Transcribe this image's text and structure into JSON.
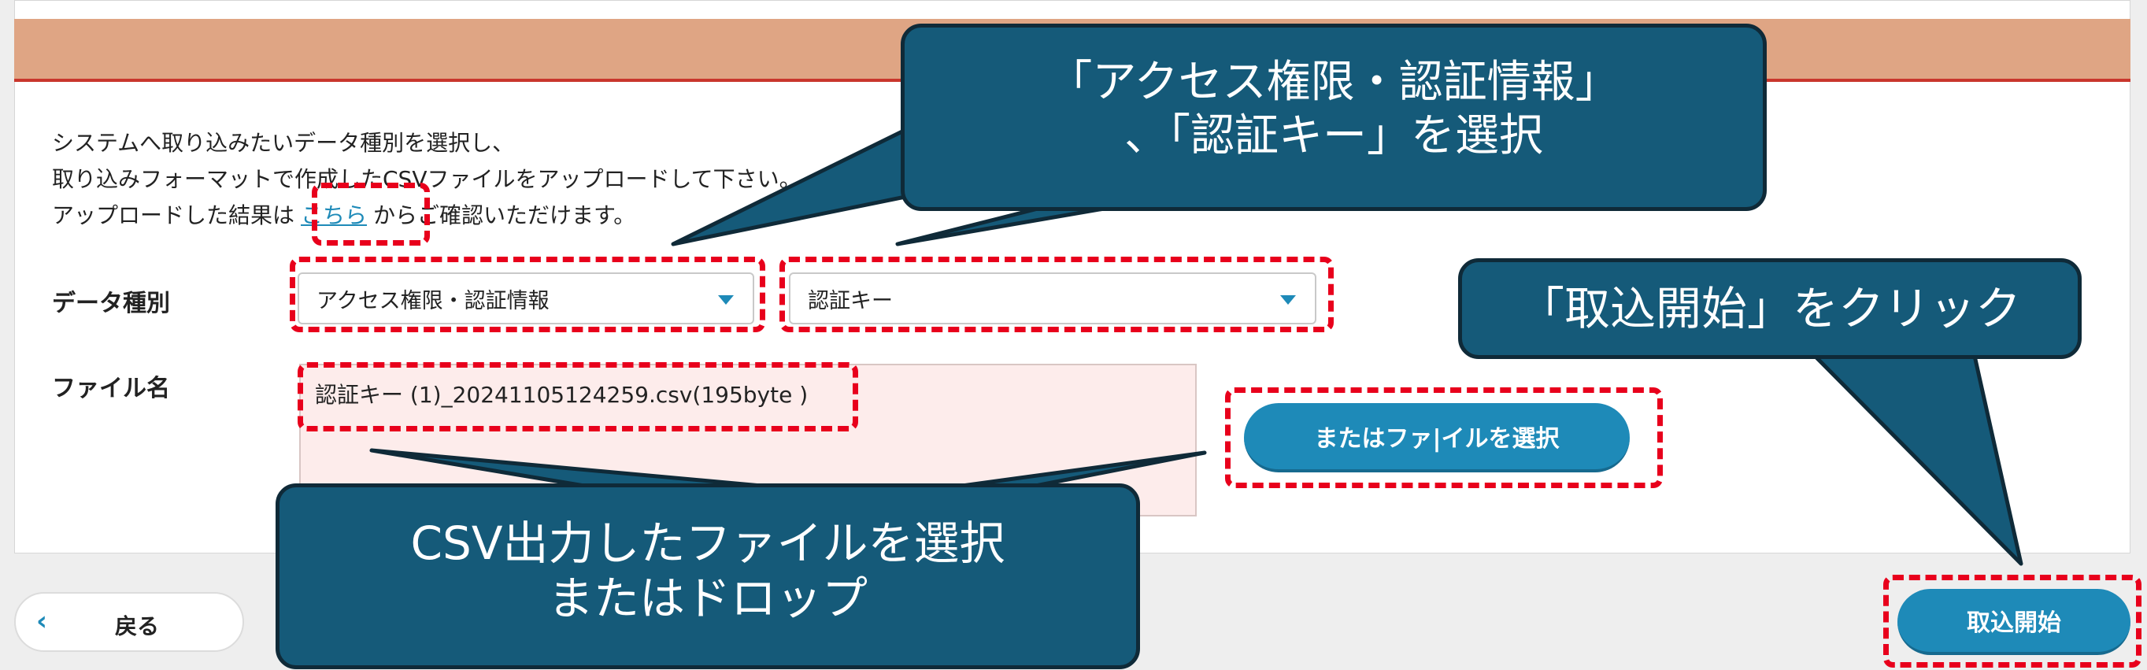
{
  "instructions": {
    "line1": "システムへ取り込みたいデータ種別を選択し、",
    "line2": "取り込みフォーマットで作成したCSVファイルをアップロードして下さい。",
    "line3_prefix": "アップロードした結果は",
    "line3_link": "こちら",
    "line3_suffix": "からご確認いただけます。"
  },
  "form": {
    "data_type_label": "データ種別",
    "data_type_value": "アクセス権限・認証情報",
    "data_subtype_value": "認証キー",
    "file_label": "ファイル名",
    "file_name": "認証キー (1)_20241105124259.csv(195byte )",
    "select_file_button": "またはファ|イルを選択"
  },
  "footer": {
    "back_label": "戻る",
    "back_icon": "chevron-left-icon",
    "start_label": "取込開始"
  },
  "annotations": {
    "top_line1": "「アクセス権限・認証情報」",
    "top_line2": "、「認証キー」を選択",
    "right": "「取込開始」をクリック",
    "bottom_line1": "CSV出力したファイルを選択",
    "bottom_line2": "またはドロップ"
  },
  "colors": {
    "header_band": "#dfa584",
    "header_border": "#c9362c",
    "accent_blue": "#1e8ab8",
    "callout_fill": "#155a79",
    "highlight_dash": "#e8001c",
    "drop_zone": "#fdeceb"
  }
}
